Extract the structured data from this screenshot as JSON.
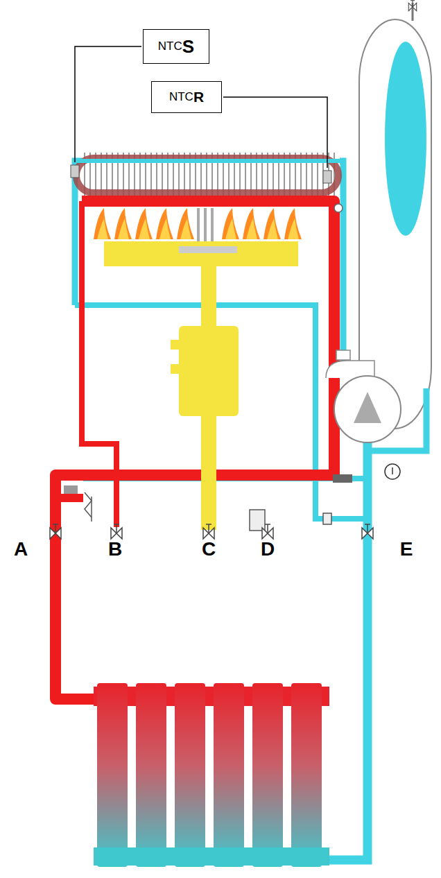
{
  "diagram": {
    "nodes": [
      {
        "text": [
          "NTC",
          "S"
        ]
      },
      {
        "text": [
          "NTC",
          "R"
        ]
      }
    ],
    "labels": [
      "A",
      "B",
      "C",
      "D",
      "E"
    ]
  }
}
